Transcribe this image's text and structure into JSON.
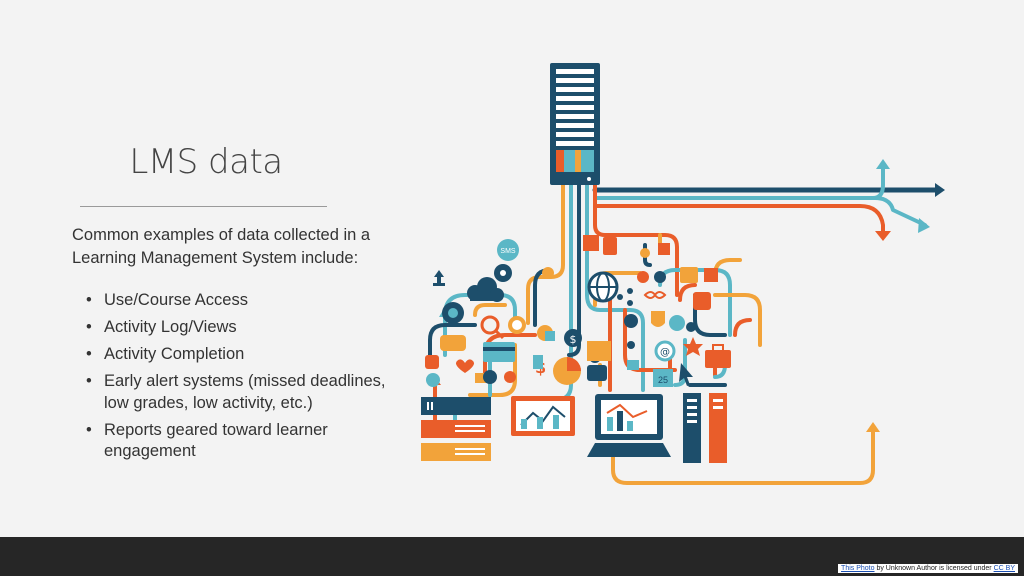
{
  "slide": {
    "title": "LMS data",
    "intro": "Common examples of data collected in a Learning Management System include:",
    "bullets": [
      "Use/Course Access",
      "Activity Log/Views",
      "Activity Completion",
      "Early alert systems (missed deadlines, low grades, low activity, etc.)",
      "Reports geared toward learner engagement"
    ]
  },
  "illustration": {
    "sms_label": "SMS",
    "calendar_label": "25",
    "colors": {
      "navy": "#1d4e6b",
      "teal": "#5bb7c6",
      "orange": "#e95d2a",
      "gold": "#f2a33a",
      "red": "#d84a2c"
    }
  },
  "attribution": {
    "link_text": "This Photo",
    "middle_text": " by Unknown Author is licensed under ",
    "license_text": "CC BY"
  }
}
